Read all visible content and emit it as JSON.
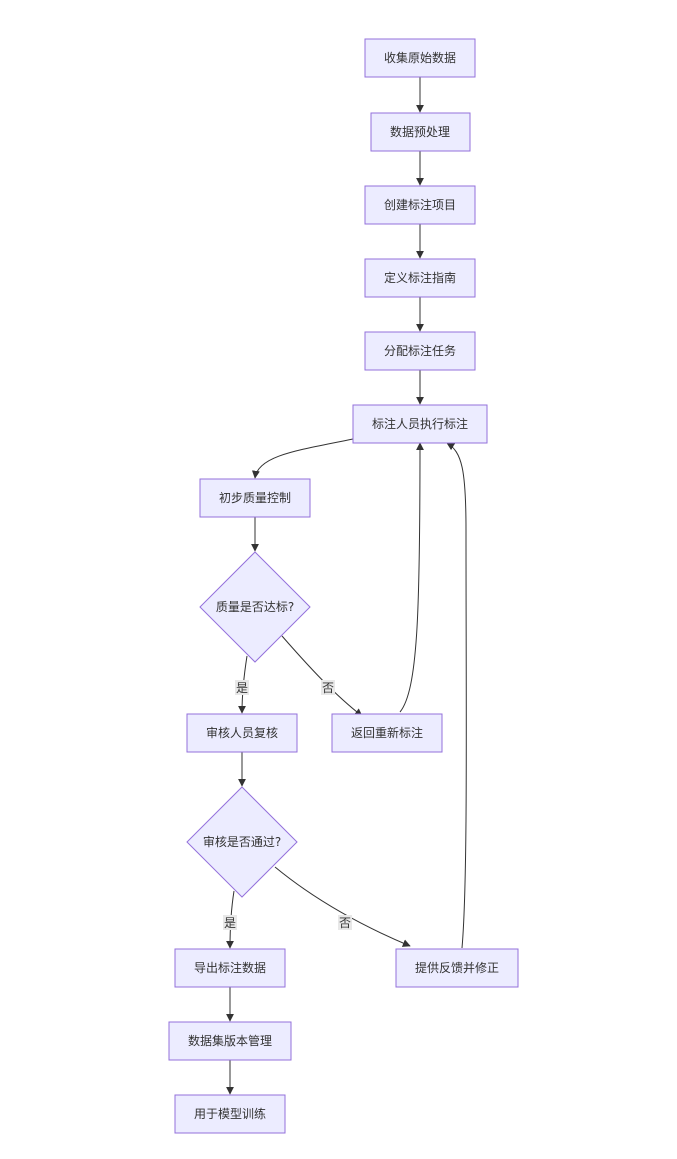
{
  "nodes": {
    "collect": "收集原始数据",
    "preprocess": "数据预处理",
    "create_project": "创建标注项目",
    "define_guide": "定义标注指南",
    "assign_task": "分配标注任务",
    "annotate": "标注人员执行标注",
    "initial_qc": "初步质量控制",
    "quality_ok": "质量是否达标?",
    "reviewer": "审核人员复核",
    "relabel": "返回重新标注",
    "review_pass": "审核是否通过?",
    "export": "导出标注数据",
    "feedback": "提供反馈并修正",
    "version_mgmt": "数据集版本管理",
    "train": "用于模型训练"
  },
  "edge_labels": {
    "quality_yes": "是",
    "quality_no": "否",
    "review_yes": "是",
    "review_no": "否"
  },
  "colors": {
    "node_fill": "#ECECFF",
    "node_stroke": "#9370DB",
    "edge": "#333333",
    "label_bg": "#e8e8e8"
  }
}
